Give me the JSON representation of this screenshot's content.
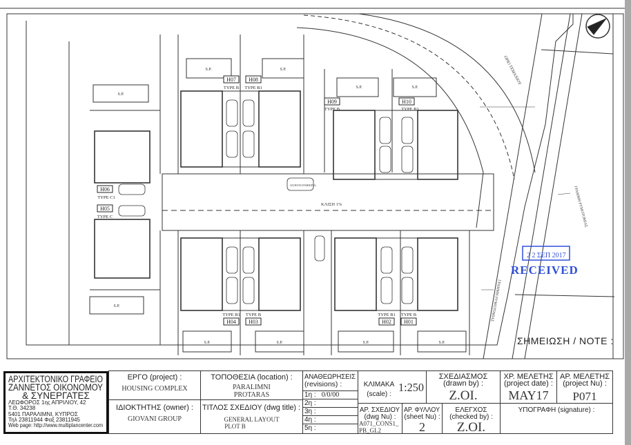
{
  "plan": {
    "road_slope": "ΚΛΙΣΗ 1%",
    "road_name": "ΟΡΙΟ ΤΕΜΑΧΙΟΥ",
    "boundary_label": "ΓΡΑΜΜΗ ΡΥΜΟΤΟΜΙΑΣ",
    "guest_parking": "GUESTS PARKING",
    "pool_label": "S.P.",
    "units": [
      {
        "id": "H07",
        "type": "TYPE B"
      },
      {
        "id": "H08",
        "type": "TYPE B1"
      },
      {
        "id": "H09",
        "type": "TYPE B"
      },
      {
        "id": "H10",
        "type": "TYPE B1"
      },
      {
        "id": "H06",
        "type": "TYPE C1"
      },
      {
        "id": "H05",
        "type": "TYPE C"
      },
      {
        "id": "H04",
        "type": "TYPE B1"
      },
      {
        "id": "H03",
        "type": "TYPE B"
      },
      {
        "id": "H02",
        "type": "TYPE B1"
      },
      {
        "id": "H01",
        "type": "TYPE B"
      }
    ],
    "note_heading": "ΣΗΜΕΙΩΣΗ / NOTE :",
    "stamp": {
      "date": "2 2 ΣΕΠ 2017",
      "text": "RECEIVED",
      "color": "#2f4fd8"
    }
  },
  "title_block": {
    "office": {
      "name_lines": [
        "ΑΡΧΙΤΕΚΤΟΝΙΚΟ ΓΡΑΦΕΙΟ",
        "ΖΑΝΝΕΤΟΣ ΟΙΚΟΝΟΜΟΥ",
        "& ΣΥΝΕΡΓΑΤΕΣ"
      ],
      "address_lines": [
        "ΛΕΩΦΟΡΟΣ 1ης ΑΠΡΙΛΙΟΥ, 42",
        "Τ.Θ. 34238",
        "5401 ΠΑΡΑΛΙΜΝΙ, ΚΥΠΡΟΣ",
        "Τηλ 23811944   Φαξ 23811945",
        "Web page: http://www.multiplancenter.com"
      ]
    },
    "project": {
      "label": "ΕΡΓΟ (project) :",
      "value": "HOUSING COMPLEX"
    },
    "owner": {
      "label": "ΙΔΙΟΚΤΗΤΗΣ (owner) :",
      "value": "GIOVANI GROUP"
    },
    "location": {
      "label": "ΤΟΠΟΘΕΣΙΑ (location) :",
      "value1": "PARALIMNI",
      "value2": "PROTARAS"
    },
    "dwg_title": {
      "label": "ΤΙΤΛΟΣ ΣΧΕΔΙΟΥ (dwg title) :",
      "value1": "GENERAL LAYOUT",
      "value2": "PLOT B"
    },
    "revisions": {
      "label1": "ΑΝΑΘΕΩΡΗΣΕΙΣ",
      "label2": "(revisions) :",
      "rows": [
        {
          "n": "1η :",
          "v": "0/0/00"
        },
        {
          "n": "2η :",
          "v": ""
        },
        {
          "n": "3η :",
          "v": ""
        },
        {
          "n": "4η :",
          "v": ""
        },
        {
          "n": "5η :",
          "v": ""
        }
      ]
    },
    "scale": {
      "label1": "ΚΛΙΜΑΚΑ",
      "label2": "(scale) :",
      "value": "1:250"
    },
    "drawn_by": {
      "label1": "ΣΧΕΔΙΑΣΜΟΣ",
      "label2": "(drawn by) :",
      "value": "Z.OI."
    },
    "project_date": {
      "label1": "ΧΡ. ΜΕΛΕΤΗΣ",
      "label2": "(project date) :",
      "value": "MAY17"
    },
    "project_nu": {
      "label1": "ΑΡ. ΜΕΛΕΤΗΣ",
      "label2": "(project Nu) :",
      "value": "P071"
    },
    "dwg_nu": {
      "label1": "ΑΡ. ΣΧΕΔΙΟΥ",
      "label2": "(dwg Nu) :",
      "value1": "A071_CONS1_",
      "value2": "PB_GL2"
    },
    "sheet_nu": {
      "label1": "ΑΡ. ΦΥΛΛΟΥ",
      "label2": "(sheet Nu) :",
      "value": "2"
    },
    "checked_by": {
      "label1": "ΕΛΕΓΧΟΣ",
      "label2": "(checked by) :",
      "value": "Z.OI."
    },
    "signature": {
      "label": "ΥΠΟΓΡΑΦΗ (signature) :"
    }
  }
}
